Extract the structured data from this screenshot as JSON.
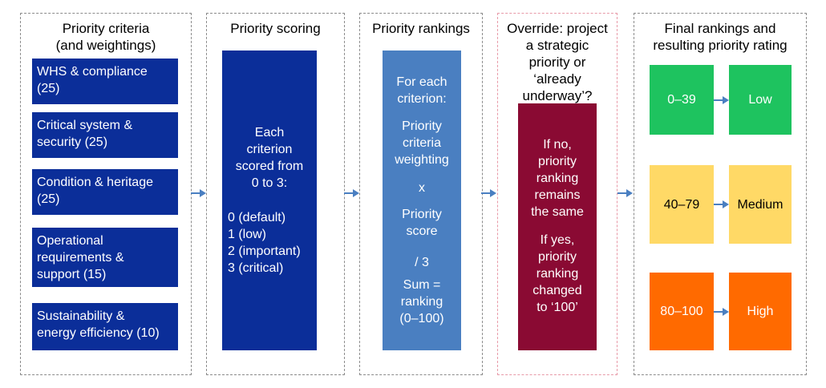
{
  "colors": {
    "navy": "#0b2e99",
    "steel_blue": "#4a7fc1",
    "maroon": "#8a0a33",
    "green": "#1ec35f",
    "yellow": "#ffd966",
    "orange": "#ff6a00",
    "arrow": "#4a7fc1"
  },
  "panels": {
    "criteria": {
      "title": "Priority criteria\n(and weightings)",
      "items": [
        "WHS & compliance\n(25)",
        "Critical system &\nsecurity (25)",
        "Condition & heritage\n(25)",
        "Operational\nrequirements &\nsupport (15)",
        "Sustainability &\nenergy efficiency (10)"
      ]
    },
    "scoring": {
      "title": "Priority scoring",
      "intro": "Each\ncriterion\nscored from\n0 to 3:",
      "levels": "0 (default)\n1 (low)\n2 (important)\n3 (critical)"
    },
    "rankings": {
      "title": "Priority rankings",
      "lines": [
        "For each\ncriterion:",
        "Priority\ncriteria\nweighting",
        "x",
        "Priority\nscore",
        "/ 3",
        "Sum =\nranking\n(0–100)"
      ]
    },
    "override": {
      "title": "Override: project\na strategic\npriority or\n‘already\nunderway’?",
      "if_no": "If no,\npriority\nranking\nremains\nthe same",
      "if_yes": "If yes,\npriority\nranking\nchanged\nto ‘100’"
    },
    "final": {
      "title": "Final rankings and\nresulting priority rating",
      "rows": [
        {
          "range": "0–39",
          "rating": "Low"
        },
        {
          "range": "40–79",
          "rating": "Medium"
        },
        {
          "range": "80–100",
          "rating": "High"
        }
      ]
    }
  }
}
